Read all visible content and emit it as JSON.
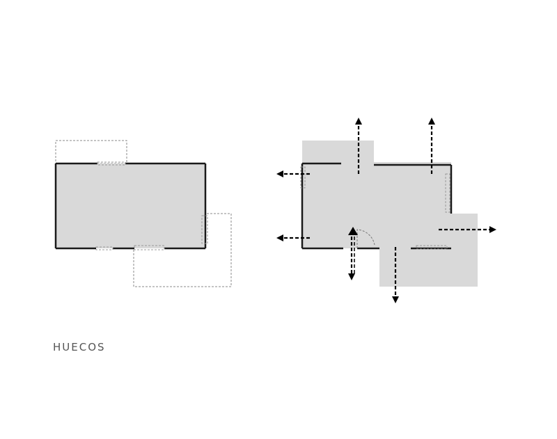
{
  "caption": "HUECOS",
  "colors": {
    "fill": "#d9d9d9",
    "wall": "#1a1a1a",
    "dashed": "#888888",
    "arrow": "#000000"
  },
  "plans": [
    {
      "name": "left-plan"
    },
    {
      "name": "right-plan",
      "arrow_directions": [
        "up",
        "up",
        "left",
        "left",
        "down",
        "down",
        "right"
      ]
    }
  ]
}
